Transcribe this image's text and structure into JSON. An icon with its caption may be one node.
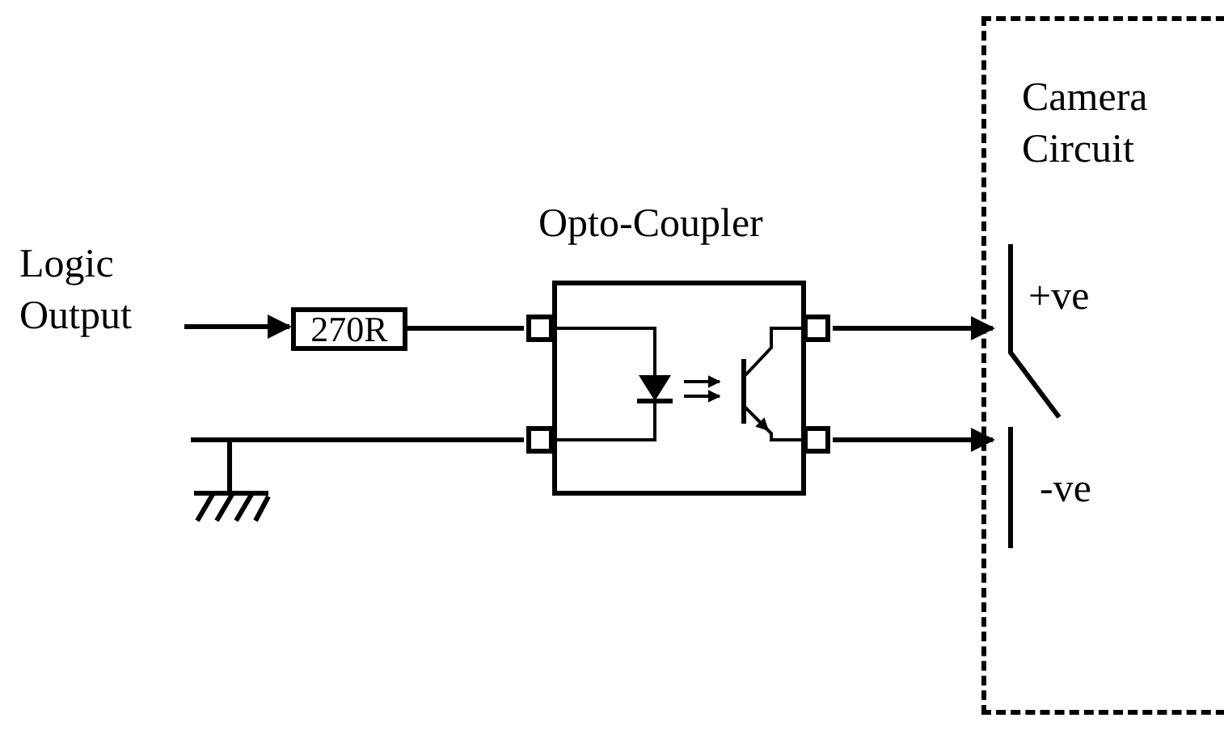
{
  "diagram": {
    "nodes": [
      {
        "text": [
          "Logic Output"
        ]
      },
      {
        "text": [
          "270R"
        ]
      },
      {
        "text": [
          "Opto-Coupler"
        ]
      },
      {
        "text": [
          "Camera Circuit"
        ]
      },
      {
        "text": [
          "+ve"
        ],
        "in": 3
      },
      {
        "text": [
          "-ve"
        ],
        "in": 3
      },
      {
        "text": [],
        "shape": "ground"
      }
    ],
    "edges": [
      {
        "from": 0,
        "to": 1,
        "arrow": "to"
      },
      {
        "from": 1,
        "to": 2,
        "arrow": "none"
      },
      {
        "from": 6,
        "to": 2,
        "arrow": "none"
      },
      {
        "from": 2,
        "to": 4,
        "arrow": "to"
      },
      {
        "from": 2,
        "to": 5,
        "arrow": "to"
      }
    ]
  }
}
